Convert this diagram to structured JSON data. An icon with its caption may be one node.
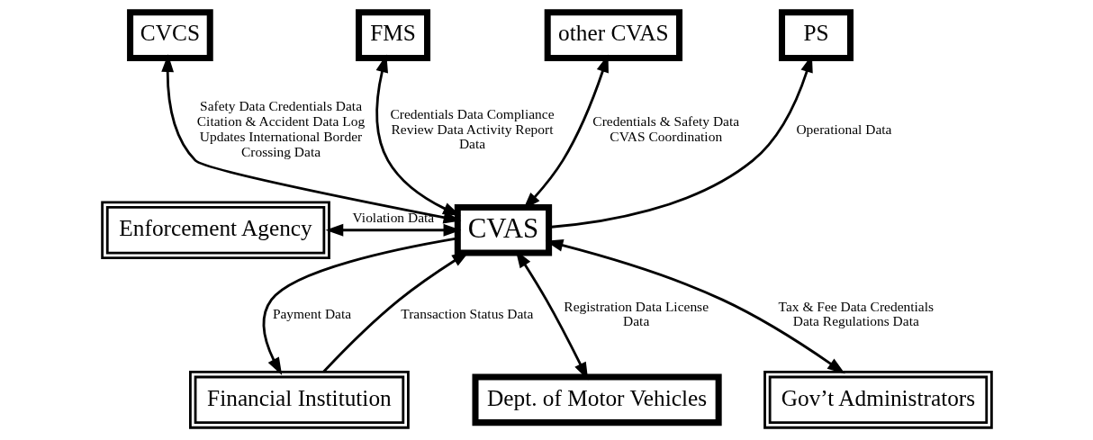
{
  "diagram": {
    "nodes": [
      {
        "text": [
          "CVCS"
        ]
      },
      {
        "text": [
          "FMS"
        ]
      },
      {
        "text": [
          "other CVAS"
        ]
      },
      {
        "text": [
          "PS"
        ]
      },
      {
        "text": [
          "CVAS"
        ]
      },
      {
        "text": [
          "Financial Institution"
        ]
      },
      {
        "text": [
          "Enforcement Agency"
        ]
      },
      {
        "text": [
          "Gov’t Administrators"
        ]
      },
      {
        "text": [
          "Dept. of Motor Vehicles"
        ]
      }
    ],
    "edges": [
      {
        "from": 0,
        "to": 4,
        "arrow": "both",
        "label": "Safety Data Credentials Data Citation & Accident Data Log Updates International Border Crossing Data"
      },
      {
        "from": 1,
        "to": 4,
        "arrow": "both",
        "label": "Credentials Data Compliance Review Data Activity Report Data"
      },
      {
        "from": 2,
        "to": 4,
        "arrow": "both",
        "label": "Credentials & Safety Data CVAS Coordination"
      },
      {
        "from": 4,
        "to": 3,
        "arrow": "to",
        "label": "Operational Data"
      },
      {
        "from": 4,
        "to": 5,
        "arrow": "to",
        "label": "Payment Data"
      },
      {
        "from": 5,
        "to": 4,
        "arrow": "to",
        "label": "Transaction Status Data"
      },
      {
        "from": 6,
        "to": 4,
        "arrow": "both",
        "label": "Violation Data"
      },
      {
        "from": 7,
        "to": 4,
        "arrow": "both",
        "label": "Tax & Fee Data Credentials Data Regulations Data"
      },
      {
        "from": 4,
        "to": 8,
        "arrow": "both",
        "label": "Registration Data License Data"
      }
    ]
  }
}
